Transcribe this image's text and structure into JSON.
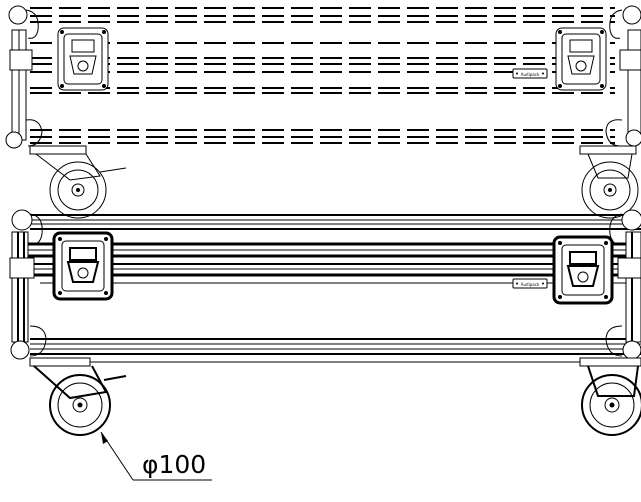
{
  "drawing": {
    "brand_badge": "Audipack",
    "wheel_dimension": "φ100"
  },
  "views": [
    "upper-view",
    "lower-view"
  ]
}
